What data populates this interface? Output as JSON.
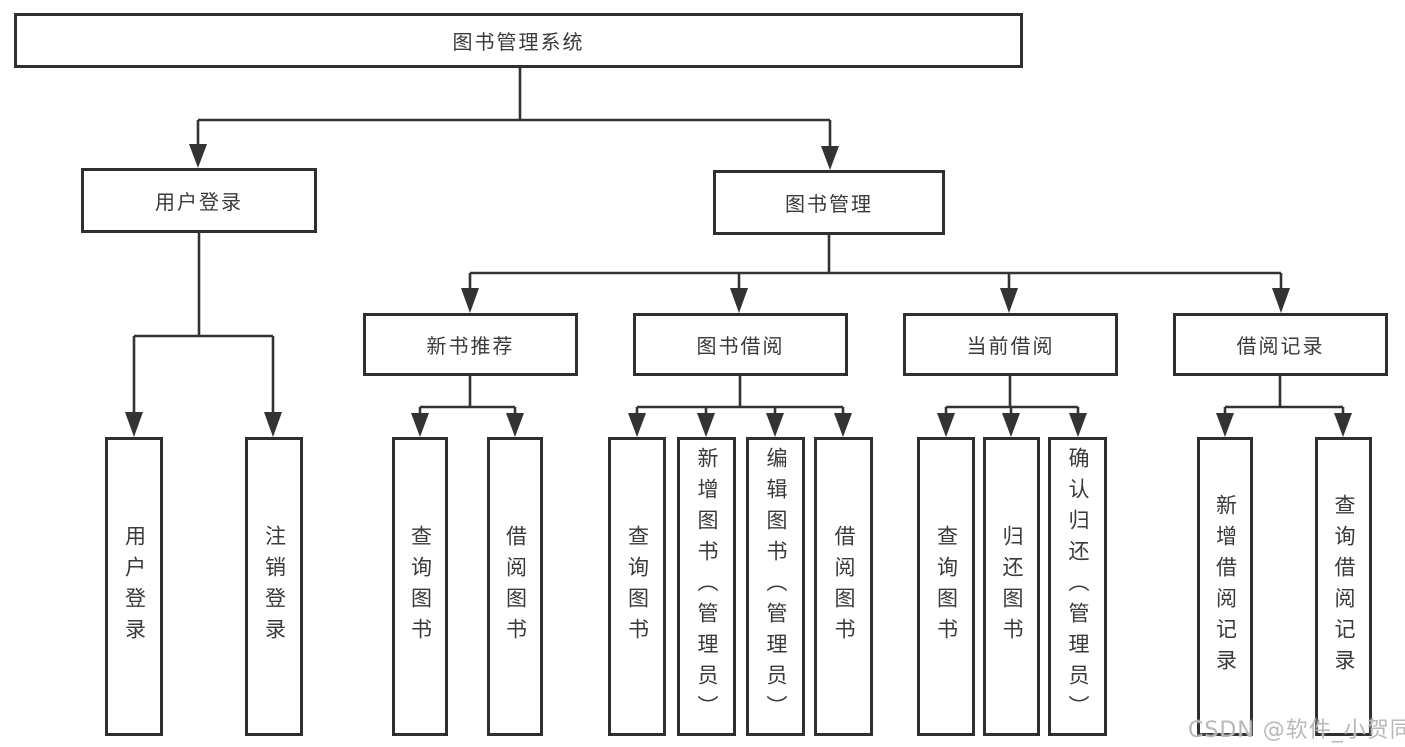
{
  "diagram": {
    "root": {
      "label": "图书管理系统"
    },
    "level2": [
      {
        "label": "用户登录",
        "children": [
          "用户登录",
          "注销登录"
        ]
      },
      {
        "label": "图书管理"
      }
    ],
    "level3": [
      {
        "label": "新书推荐",
        "children": [
          "查询图书",
          "借阅图书"
        ]
      },
      {
        "label": "图书借阅",
        "children": [
          "查询图书",
          "新增图书（管理员）",
          "编辑图书（管理员）",
          "借阅图书"
        ]
      },
      {
        "label": "当前借阅",
        "children": [
          "查询图书",
          "归还图书",
          "确认归还（管理员）"
        ]
      },
      {
        "label": "借阅记录",
        "children": [
          "新增借阅记录",
          "查询借阅记录"
        ]
      }
    ]
  },
  "watermark": {
    "text": "CSDN @软件_小贺同学"
  },
  "colors": {
    "line": "#333333",
    "border": "#2f2f2f",
    "text": "#3a3a3a",
    "background": "#ffffff",
    "watermark": "#b9b9b9"
  }
}
